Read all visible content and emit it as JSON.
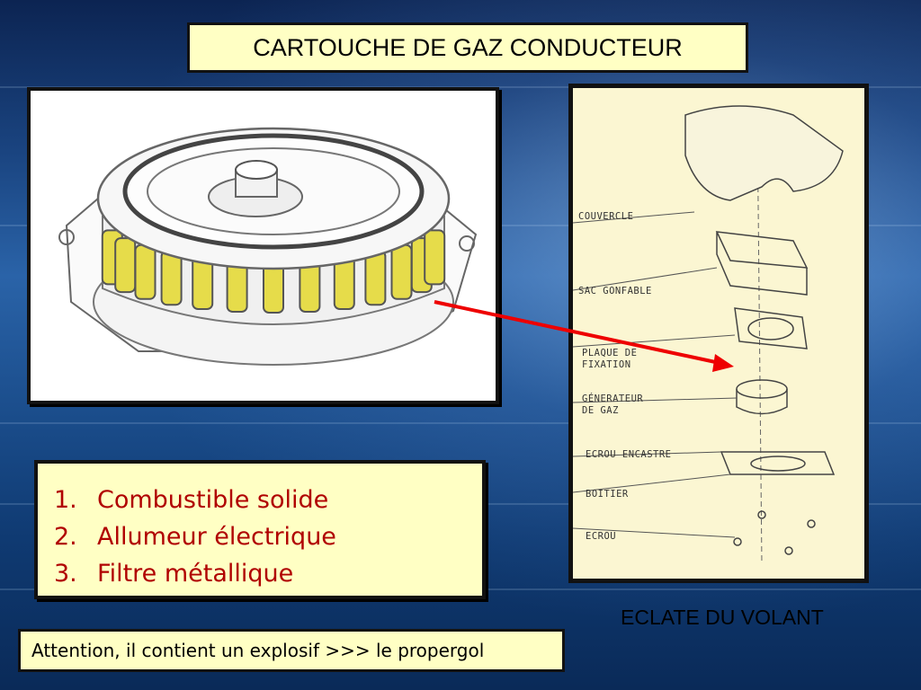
{
  "title": "CARTOUCHE DE GAZ CONDUCTEUR",
  "components_list": [
    {
      "number": "1.",
      "label": "Combustible solide"
    },
    {
      "number": "2.",
      "label": "Allumeur électrique"
    },
    {
      "number": "3.",
      "label": "Filtre métallique"
    }
  ],
  "diagram": {
    "caption": "ECLATE DU VOLANT",
    "labels": {
      "couvercle": "COUVERCLE",
      "sac": "SAC GONFABLE",
      "plaque_1": "PLAQUE DE",
      "plaque_2": "FIXATION",
      "generateur_1": "GÉNERATEUR",
      "generateur_2": "DE GAZ",
      "ecrou_encastre": "ECROU ENCASTRE",
      "boitier": "BOITIER",
      "ecrou": "ECROU"
    }
  },
  "warning": "Attention, il contient un explosif  >>> le propergol",
  "colors": {
    "box_fill": "#ffffc4",
    "list_text": "#b00000",
    "arrow": "#ee0000",
    "mesh": "#e6dc4a"
  }
}
